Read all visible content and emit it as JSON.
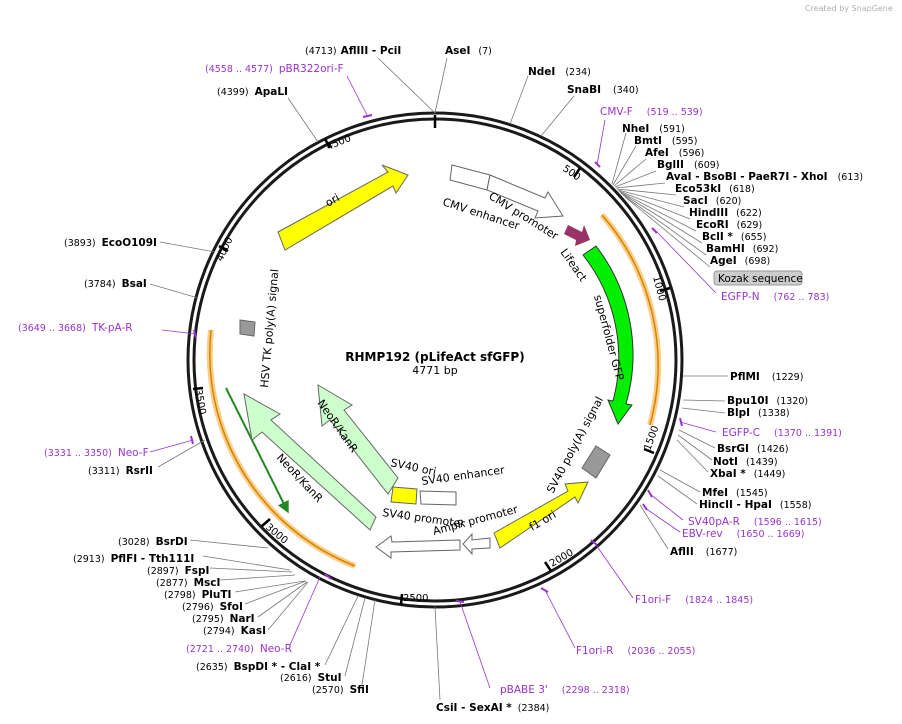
{
  "watermark": "Created by SnapGene",
  "plasmid": {
    "name": "RHMP192 (pLifeAct sfGFP)",
    "length": "4771 bp",
    "total": 4771
  },
  "colors": {
    "backbone": "#1a1a1a",
    "primer": "#9933cc",
    "ori": "#ffff00",
    "sfgfp": "#00ee00",
    "neo": "#ccffcc",
    "promoter": "#ffffff",
    "polya": "#999999",
    "lifeact": "#993366",
    "highlight": "#ffcc88"
  },
  "ticks": [
    "500",
    "1000",
    "1500",
    "2000",
    "2500",
    "3000",
    "3500",
    "4000",
    "4500"
  ],
  "features": [
    {
      "name": "ori",
      "type": "rep_origin"
    },
    {
      "name": "CMV enhancer",
      "type": "enhancer"
    },
    {
      "name": "CMV promoter",
      "type": "promoter"
    },
    {
      "name": "Lifeact",
      "type": "CDS"
    },
    {
      "name": "superfolder GFP",
      "type": "CDS"
    },
    {
      "name": "SV40 poly(A) signal",
      "type": "polyA"
    },
    {
      "name": "f1 ori",
      "type": "rep_origin"
    },
    {
      "name": "AmpR promoter",
      "type": "promoter"
    },
    {
      "name": "SV40 promoter",
      "type": "promoter"
    },
    {
      "name": "SV40 enhancer",
      "type": "enhancer"
    },
    {
      "name": "SV40 ori",
      "type": "rep_origin"
    },
    {
      "name": "NeoR/KanR",
      "type": "CDS"
    },
    {
      "name": "NeoR/KanR",
      "type": "CDS"
    },
    {
      "name": "HSV TK poly(A) signal",
      "type": "polyA"
    }
  ],
  "kozak": "Kozak sequence",
  "sites": [
    {
      "name": "AseI",
      "pos": "(7)"
    },
    {
      "name": "AflIII  - PciI",
      "pos": "(4713)"
    },
    {
      "name": "NdeI",
      "pos": "(234)"
    },
    {
      "name": "SnaBI",
      "pos": "(340)"
    },
    {
      "name": "ApaLI",
      "pos": "(4399)"
    },
    {
      "name": "NheI",
      "pos": "(591)"
    },
    {
      "name": "BmtI",
      "pos": "(595)"
    },
    {
      "name": "AfeI",
      "pos": "(596)"
    },
    {
      "name": "BglII",
      "pos": "(609)"
    },
    {
      "name": "AvaI  - BsoBI  - PaeR7I  - XhoI",
      "pos": "(613)"
    },
    {
      "name": "Eco53kI",
      "pos": "(618)"
    },
    {
      "name": "SacI",
      "pos": "(620)"
    },
    {
      "name": "HindIII",
      "pos": "(622)"
    },
    {
      "name": "EcoRI",
      "pos": "(629)"
    },
    {
      "name": "BclI *",
      "pos": "(655)"
    },
    {
      "name": "BamHI",
      "pos": "(692)"
    },
    {
      "name": "AgeI",
      "pos": "(698)"
    },
    {
      "name": "PflMI",
      "pos": "(1229)"
    },
    {
      "name": "Bpu10I",
      "pos": "(1320)"
    },
    {
      "name": "BlpI",
      "pos": "(1338)"
    },
    {
      "name": "BsrGI",
      "pos": "(1426)"
    },
    {
      "name": "NotI",
      "pos": "(1439)"
    },
    {
      "name": "XbaI *",
      "pos": "(1449)"
    },
    {
      "name": "MfeI",
      "pos": "(1545)"
    },
    {
      "name": "HincII  - HpaI",
      "pos": "(1558)"
    },
    {
      "name": "AflII",
      "pos": "(1677)"
    },
    {
      "name": "CsiI  - SexAI *",
      "pos": "(2384)"
    },
    {
      "name": "SfiI",
      "pos": "(2570)"
    },
    {
      "name": "StuI",
      "pos": "(2616)"
    },
    {
      "name": "BspDI *  - ClaI *",
      "pos": "(2635)"
    },
    {
      "name": "KasI",
      "pos": "(2794)"
    },
    {
      "name": "NarI",
      "pos": "(2795)"
    },
    {
      "name": "SfoI",
      "pos": "(2796)"
    },
    {
      "name": "PluTI",
      "pos": "(2798)"
    },
    {
      "name": "MscI",
      "pos": "(2877)"
    },
    {
      "name": "FspI",
      "pos": "(2897)"
    },
    {
      "name": "PflFI  - Tth111I",
      "pos": "(2913)"
    },
    {
      "name": "BsrDI",
      "pos": "(3028)"
    },
    {
      "name": "RsrII",
      "pos": "(3311)"
    },
    {
      "name": "BsaI",
      "pos": "(3784)"
    },
    {
      "name": "EcoO109I",
      "pos": "(3893)"
    }
  ],
  "primers": [
    {
      "name": "pBR322ori-F",
      "range": "(4558 .. 4577)"
    },
    {
      "name": "CMV-F",
      "range": "(519 .. 539)"
    },
    {
      "name": "EGFP-N",
      "range": "(762 .. 783)"
    },
    {
      "name": "EGFP-C",
      "range": "(1370 .. 1391)"
    },
    {
      "name": "SV40pA-R",
      "range": "(1596 .. 1615)"
    },
    {
      "name": "EBV-rev",
      "range": "(1650 .. 1669)"
    },
    {
      "name": "F1ori-F",
      "range": "(1824 .. 1845)"
    },
    {
      "name": "F1ori-R",
      "range": "(2036 .. 2055)"
    },
    {
      "name": "pBABE 3'",
      "range": "(2298 .. 2318)"
    },
    {
      "name": "Neo-R",
      "range": "(2721 .. 2740)"
    },
    {
      "name": "Neo-F",
      "range": "(3331 .. 3350)"
    },
    {
      "name": "TK-pA-R",
      "range": "(3649 .. 3668)"
    }
  ]
}
